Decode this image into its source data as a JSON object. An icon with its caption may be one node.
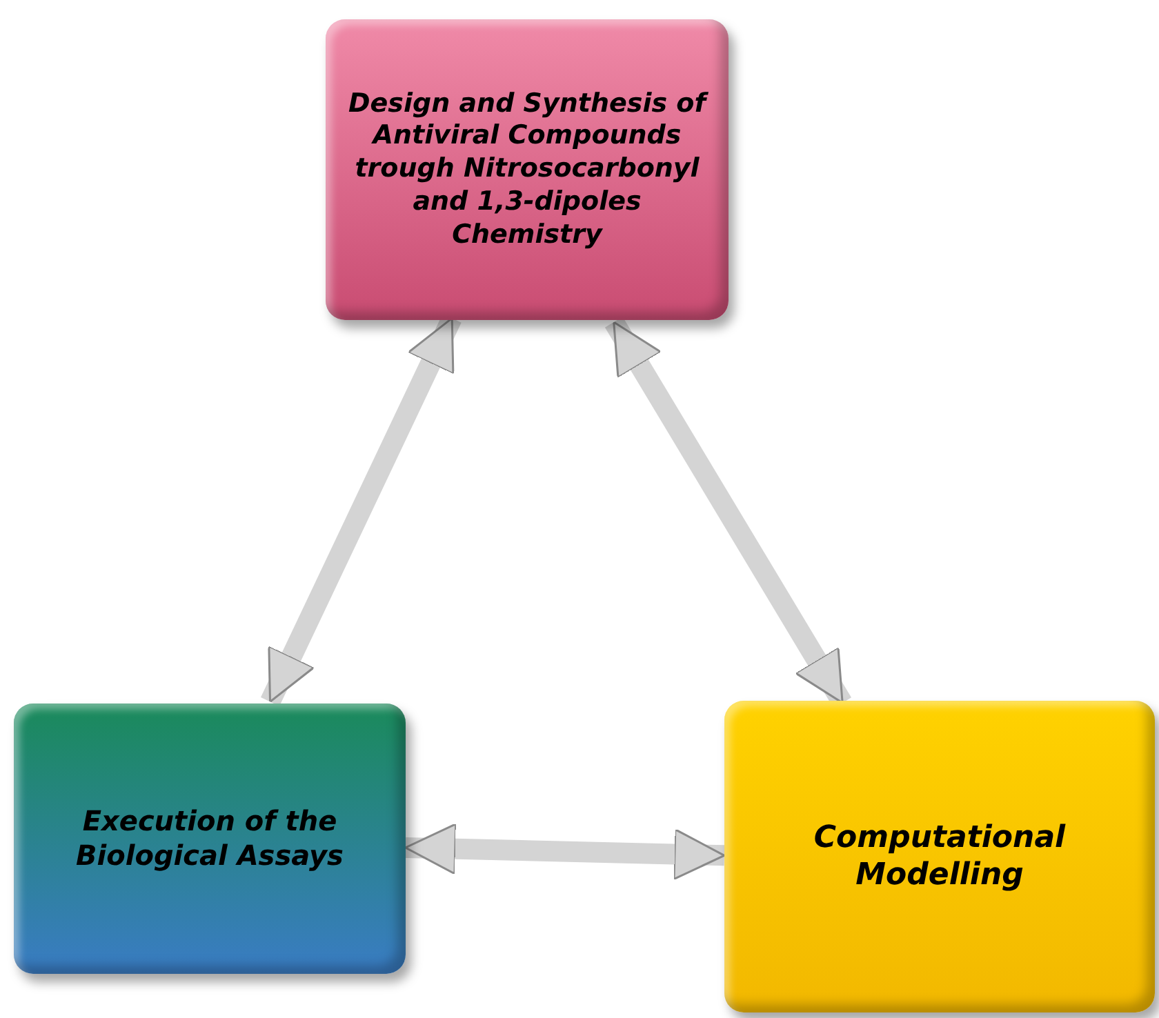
{
  "diagram": {
    "nodes": [
      {
        "text": [
          "Design and Synthesis of Antiviral Compounds trough Nitrosocarbonyl and 1,3-dipoles Chemistry"
        ]
      },
      {
        "text": [
          "Execution of the Biological Assays"
        ]
      },
      {
        "text": [
          "Computational Modelling"
        ]
      }
    ],
    "edges": [
      {
        "from": 0,
        "to": 1,
        "arrow": "both"
      },
      {
        "from": 0,
        "to": 2,
        "arrow": "both"
      },
      {
        "from": 1,
        "to": 2,
        "arrow": "both"
      }
    ]
  }
}
